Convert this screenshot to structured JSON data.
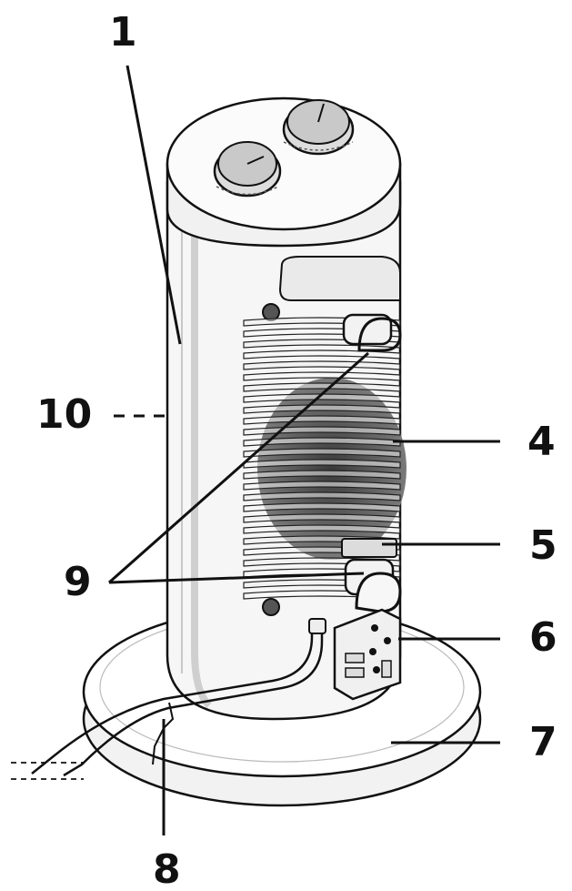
{
  "colors": {
    "ink": "#111111",
    "body_fill": "#f4f4f4",
    "shade": "#e2e2e2",
    "grille_dark": "#6b6b6b",
    "knob_fill": "#c9c9c9",
    "background": "#ffffff"
  },
  "callouts": {
    "c1": "1",
    "c4": "4",
    "c5": "5",
    "c6": "6",
    "c7": "7",
    "c8": "8",
    "c9": "9",
    "c10": "10"
  }
}
